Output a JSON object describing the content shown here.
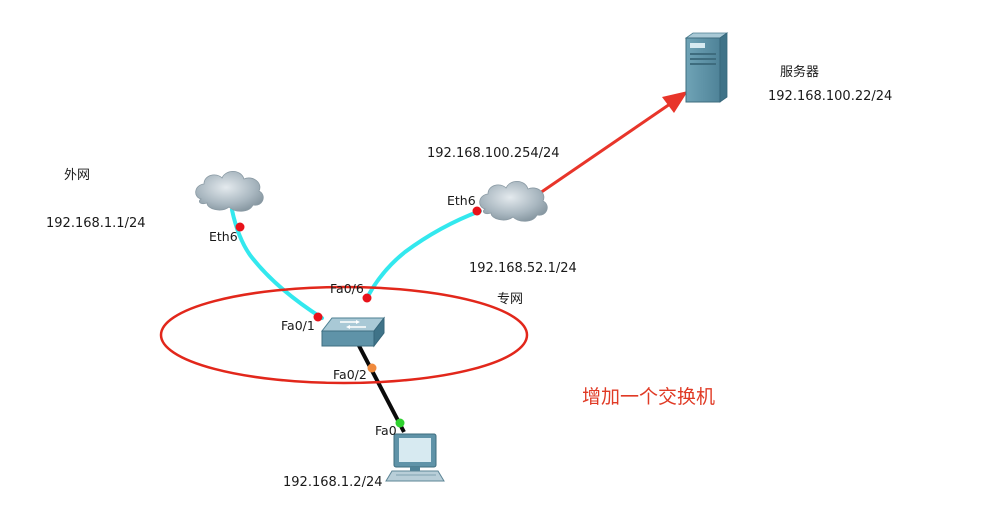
{
  "labels": {
    "outer_net": "外网",
    "outer_ip": "192.168.1.1/24",
    "router1_port": "Eth6",
    "router2_port": "Eth6",
    "router2_ip_top": "192.168.100.254/24",
    "router2_ip_bottom": "192.168.52.1/24",
    "private_net": "专网",
    "switch_port_1": "Fa0/1",
    "switch_port_6": "Fa0/6",
    "switch_port_2": "Fa0/2",
    "pc_port": "Fa0",
    "pc_ip": "192.168.1.2/24",
    "server_name": "服务器",
    "server_ip": "192.168.100.22/24",
    "annotation": "增加一个交换机"
  },
  "colors": {
    "link_cyan": "#33e8ee",
    "link_black": "#0a0a0a",
    "port_red": "#e8121a",
    "port_orange": "#f08a3c",
    "port_green": "#2fd12f",
    "annotation_red": "#e03a25",
    "device_blue": "#5f93a8"
  },
  "icons": {
    "router_left": "cloud-icon",
    "router_right": "cloud-icon",
    "switch": "switch-icon",
    "pc": "pc-icon",
    "server": "server-icon"
  }
}
